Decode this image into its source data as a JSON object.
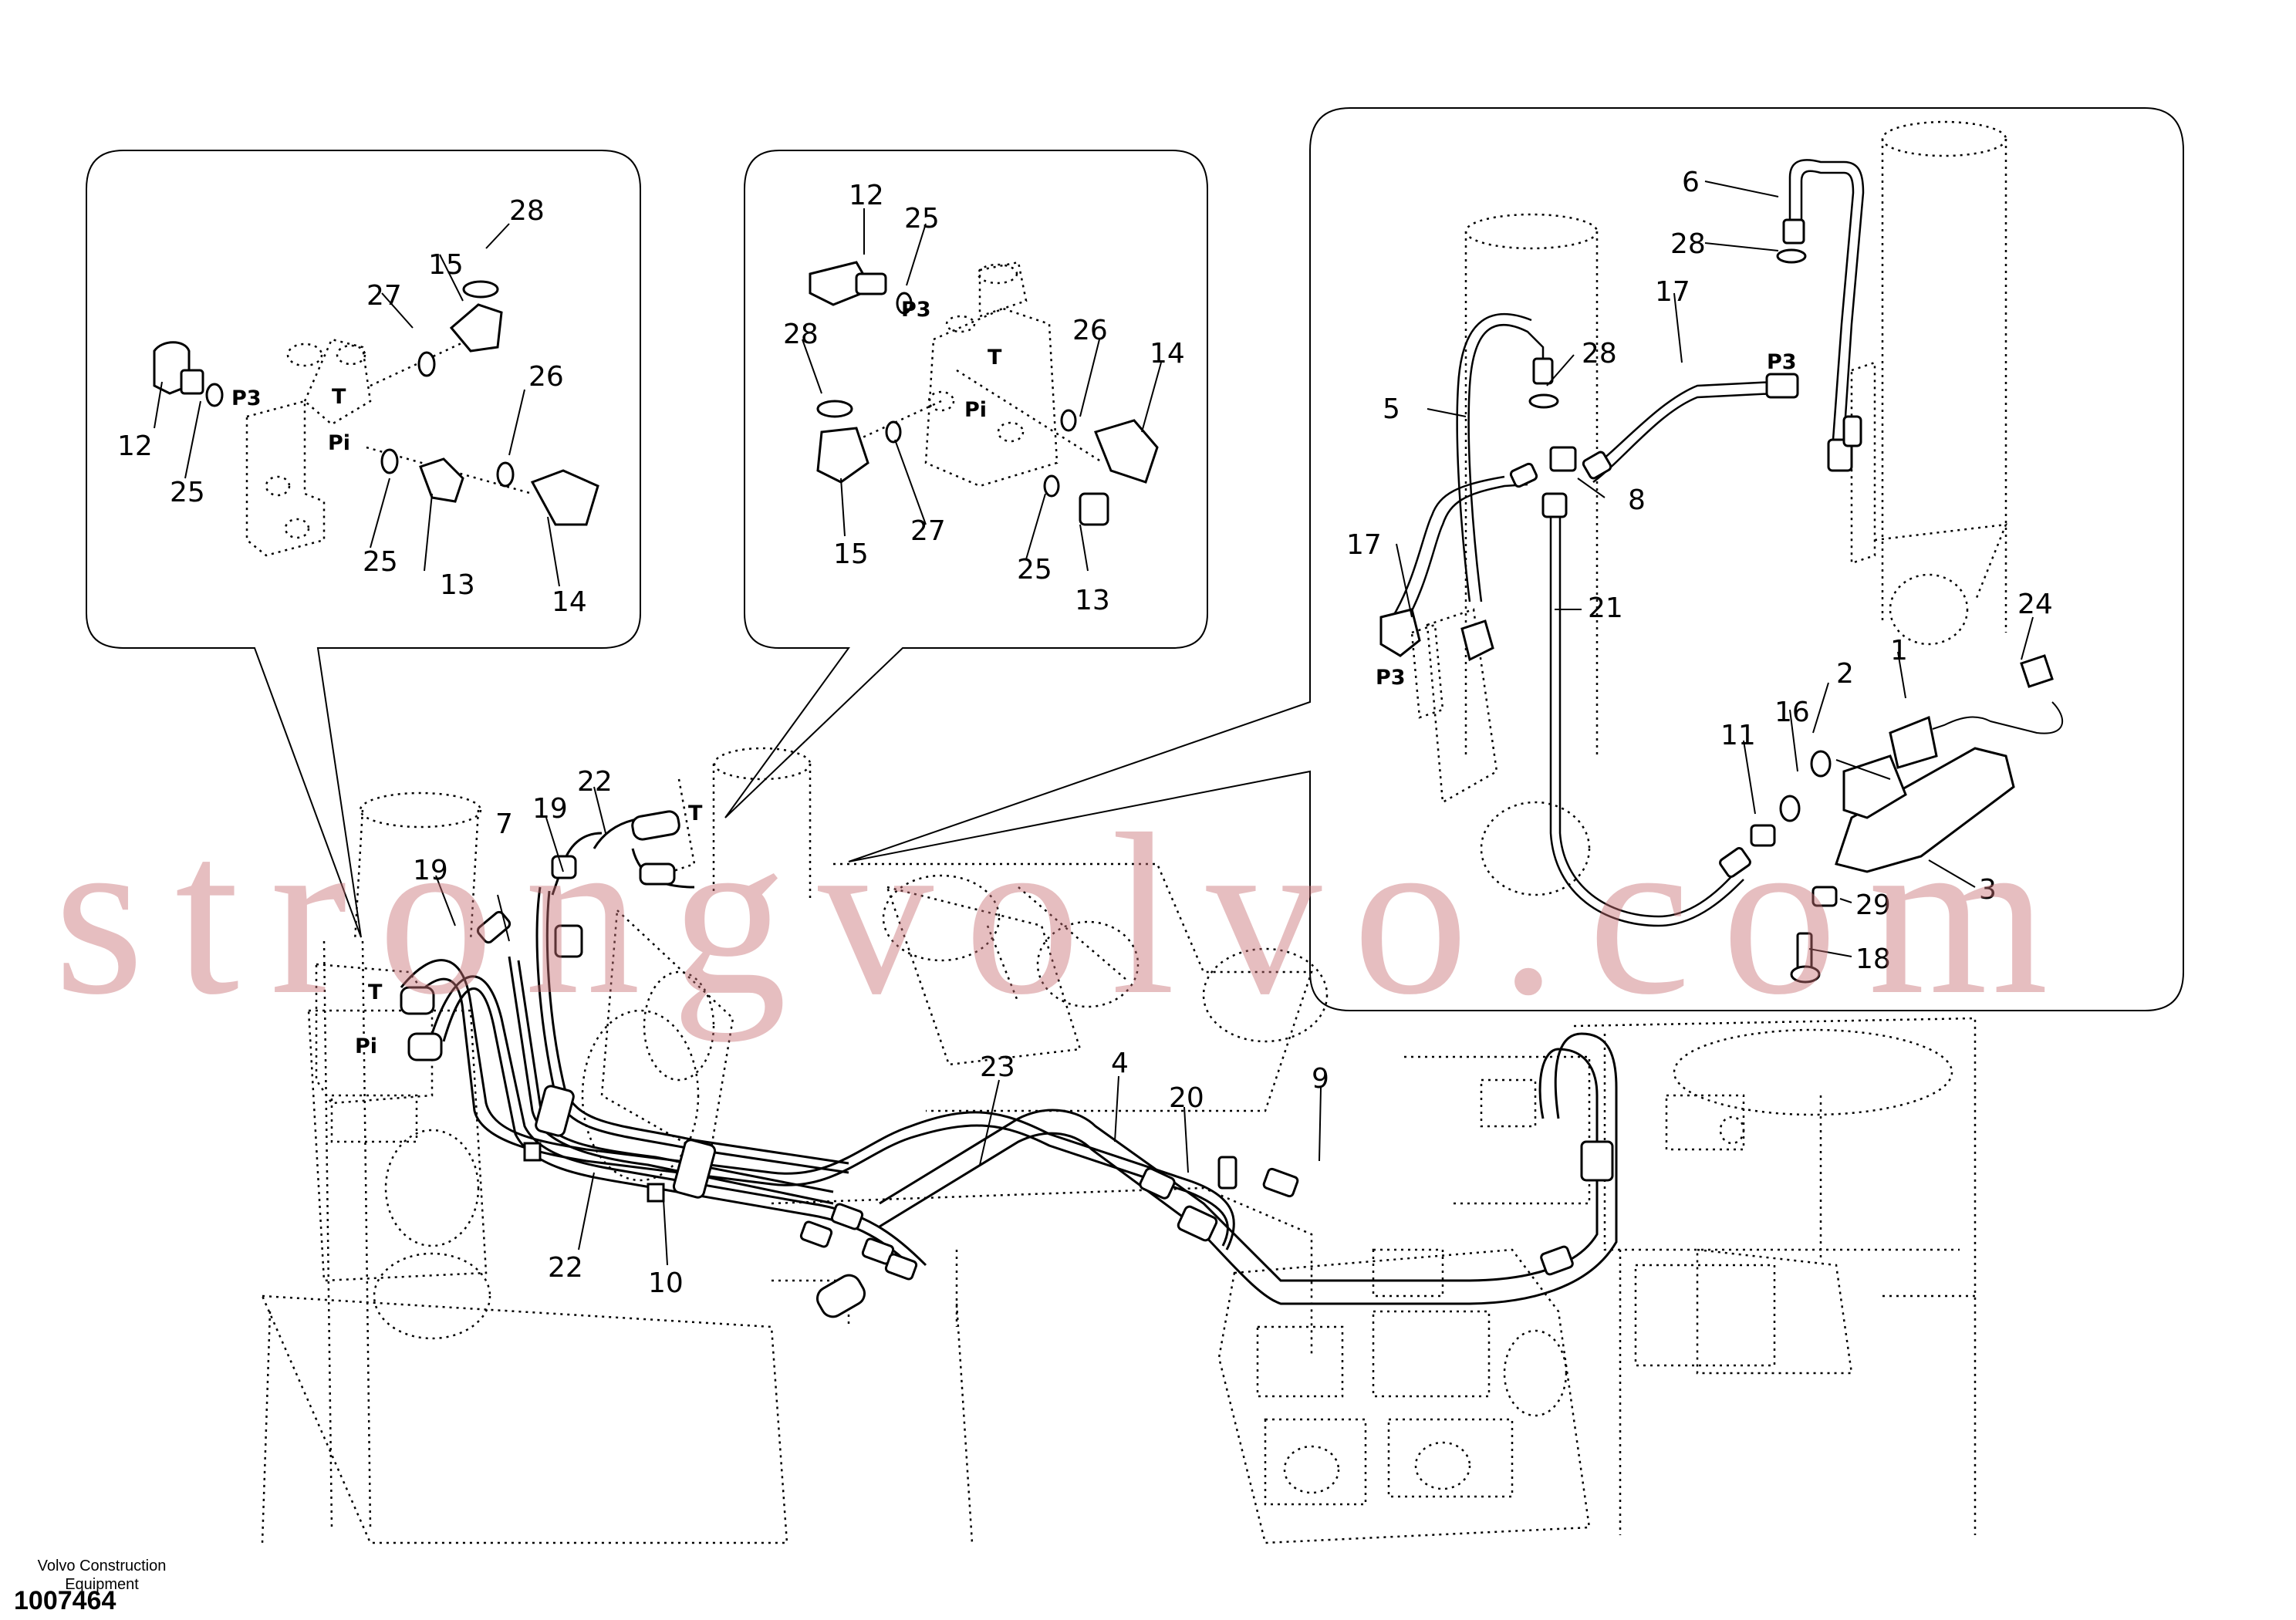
{
  "diagram": {
    "footer": {
      "brand_line1": "Volvo Construction",
      "brand_line2": "Equipment",
      "doc_number": "1007464"
    },
    "watermark": "strongvolvo.com",
    "port_labels": [
      "P3",
      "T",
      "Pi"
    ],
    "callouts_left_detail": [
      "28",
      "15",
      "27",
      "26",
      "12",
      "25",
      "25",
      "13",
      "14"
    ],
    "callouts_center_detail": [
      "12",
      "25",
      "28",
      "26",
      "14",
      "15",
      "27",
      "25",
      "13"
    ],
    "callouts_right_detail": [
      "6",
      "28",
      "17",
      "28",
      "5",
      "8",
      "17",
      "21",
      "24",
      "1",
      "2",
      "11",
      "16",
      "3",
      "29",
      "18"
    ],
    "callouts_main": [
      "22",
      "7",
      "19",
      "19",
      "23",
      "4",
      "20",
      "9",
      "22",
      "10"
    ]
  }
}
